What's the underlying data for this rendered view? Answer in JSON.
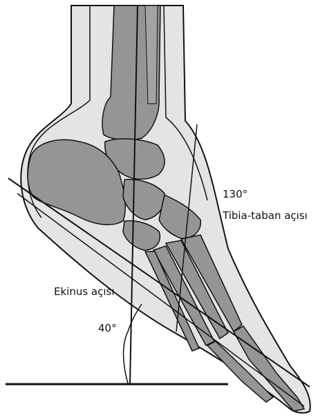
{
  "labels": {
    "tibia_angle_value": "130°",
    "tibia_angle_name": "Tibia-taban açısı",
    "equinus_angle_name": "Ekinus açısı",
    "equinus_angle_value": "40°"
  },
  "colors": {
    "bone_fill": "#959595",
    "soft_tissue_fill": "#e4e4e4",
    "line": "#111111",
    "background": "#ffffff"
  }
}
